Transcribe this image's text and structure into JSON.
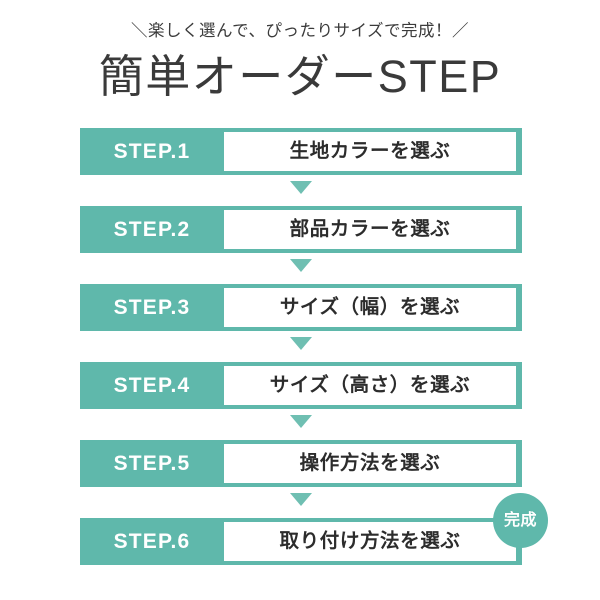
{
  "header": {
    "subtitle": "＼楽しく選んで、ぴったりサイズで完成！／",
    "title": "簡単オーダーSTEP"
  },
  "colors": {
    "teal": "#5fb8ab",
    "arrow_teal": "#6fbfb2",
    "title_text": "#3a3a3a",
    "step_text": "#2c2c2c",
    "label_text": "#ffffff",
    "background": "#ffffff"
  },
  "steps": [
    {
      "label": "STEP.1",
      "text": "生地カラーを選ぶ"
    },
    {
      "label": "STEP.2",
      "text": "部品カラーを選ぶ"
    },
    {
      "label": "STEP.3",
      "text": "サイズ（幅）を選ぶ"
    },
    {
      "label": "STEP.4",
      "text": "サイズ（高さ）を選ぶ"
    },
    {
      "label": "STEP.5",
      "text": "操作方法を選ぶ"
    },
    {
      "label": "STEP.6",
      "text": "取り付け方法を選ぶ"
    }
  ],
  "badge": {
    "text": "完成"
  }
}
